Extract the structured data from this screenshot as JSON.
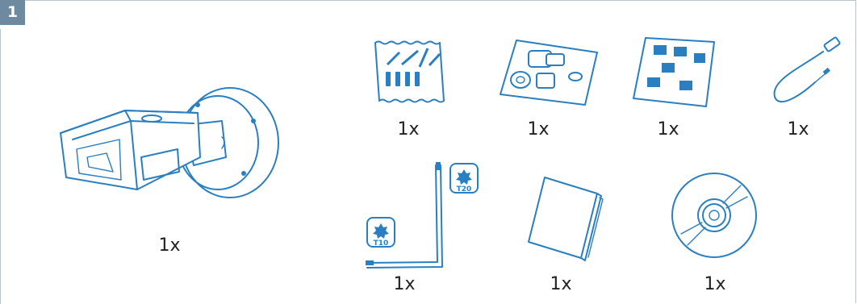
{
  "step": {
    "number": "1"
  },
  "items": {
    "camera": {
      "icon": "bullet-camera-icon",
      "qty": "1x"
    },
    "screws_bag": {
      "icon": "screws-bag-icon",
      "qty": "1x"
    },
    "gland_bag": {
      "icon": "cable-gland-bag-icon",
      "qty": "1x"
    },
    "connectors_bag": {
      "icon": "terminal-connectors-bag-icon",
      "qty": "1x"
    },
    "cable": {
      "icon": "network-cable-icon",
      "qty": "1x"
    },
    "torx_key": {
      "icon": "torx-key-icon",
      "qty": "1x",
      "tip_a": "T10",
      "tip_b": "T20"
    },
    "manual": {
      "icon": "manual-booklet-icon",
      "qty": "1x"
    },
    "cd": {
      "icon": "cd-disc-icon",
      "qty": "1x"
    }
  },
  "colors": {
    "line": "#2a7fc0",
    "badge": "#6d8aa0",
    "border": "#b9c3cc"
  }
}
